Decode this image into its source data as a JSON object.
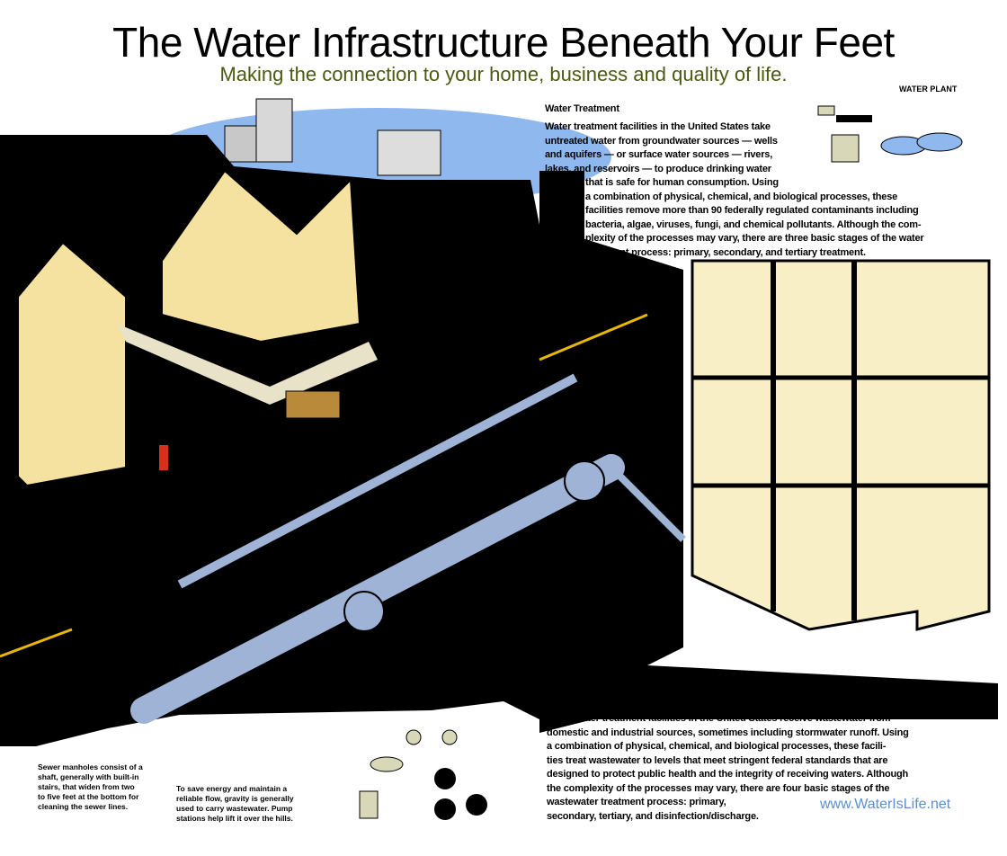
{
  "header": {
    "title": "The Water Infrastructure Beneath Your Feet",
    "subtitle": "Making the connection to your home, business and quality of life."
  },
  "water_plant": {
    "label": "WATER PLANT"
  },
  "water_treatment": {
    "heading": "Water Treatment",
    "lines": [
      "Water treatment facilities in the United States take",
      "untreated water from groundwater sources — wells",
      "and aquifers — or surface water sources — rivers,",
      "lakes, and reservoirs — to produce drinking water",
      "that is safe for human consumption. Using",
      "a combination of physical, chemical, and biological processes, these",
      "facilities remove more than 90 federally regulated contaminants including",
      "bacteria, algae, viruses, fungi, and chemical pollutants. Although the com-",
      "plexity of the processes may vary, there are three basic stages of the water",
      "treatment process: primary, secondary, and tertiary treatment."
    ]
  },
  "wastewater_treatment": {
    "lines": [
      "Wastewater treatment facilities in the United States receive wastewater from",
      "domestic and industrial sources, sometimes including stormwater runoff. Using",
      "a combination of physical, chemical, and biological processes, these facili-",
      "ties treat wastewater to levels that meet stringent federal standards that are",
      "designed to protect public health and the integrity of receiving waters. Although",
      "the complexity of the processes may vary, there are four basic stages of the",
      "wastewater treatment process: primary,",
      "secondary, tertiary, and disinfection/discharge."
    ]
  },
  "callouts": {
    "manholes": [
      "Sewer manholes consist of a",
      "shaft, generally with built-in",
      "stairs, that widen from two",
      "to five feet at the bottom for",
      "cleaning the sewer lines."
    ],
    "gravity": [
      "To save energy and maintain a",
      "reliable flow, gravity is generally",
      "used to carry wastewater.  Pump",
      "stations help lift it over the hills."
    ]
  },
  "footer": {
    "url": "www.WaterIsLife.net"
  },
  "colors": {
    "subtitle": "#4b5a12",
    "url": "#5b8fd1",
    "pipe": "#9fb3d6",
    "sky": "#8fb8ef",
    "house": "#f6e2a0",
    "building": "#f8efc6"
  }
}
